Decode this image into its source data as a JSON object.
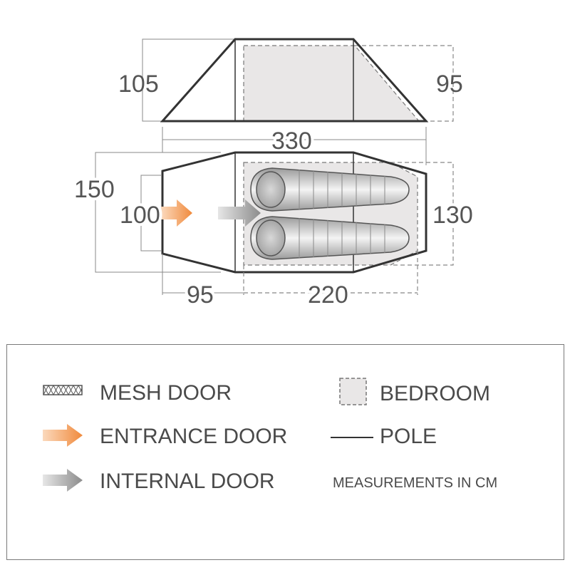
{
  "dimensions": {
    "height_rear": "105",
    "height_front": "95",
    "total_length": "330",
    "total_width": "150",
    "door_width": "100",
    "bedroom_width": "130",
    "porch_length": "95",
    "bedroom_length": "220"
  },
  "legend": {
    "mesh_door": "MESH DOOR",
    "entrance_door": "ENTRANCE DOOR",
    "internal_door": "INTERNAL DOOR",
    "bedroom": "BEDROOM",
    "pole": "POLE",
    "measurements": "MEASUREMENTS IN CM"
  },
  "colors": {
    "entrance_arrow": "#f08a3c",
    "internal_arrow": "#8c8c8c",
    "outline": "#333333",
    "bedroom_fill": "#e8e6e6"
  },
  "icons": [
    "mesh-door-icon",
    "entrance-arrow-icon",
    "internal-arrow-icon",
    "bedroom-icon",
    "pole-icon"
  ]
}
